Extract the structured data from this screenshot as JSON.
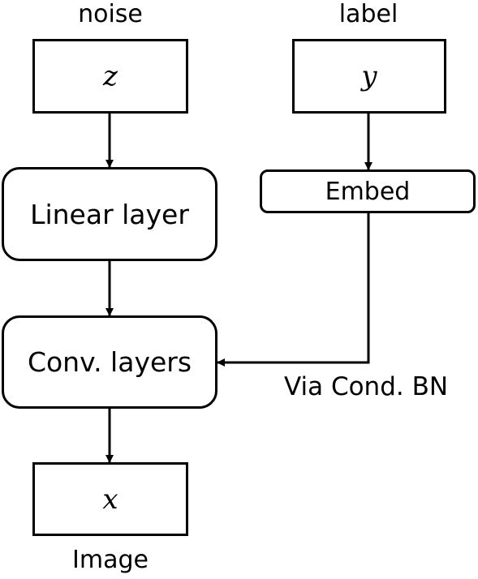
{
  "noise_input": {
    "caption": "noise",
    "symbol": "z"
  },
  "label_input": {
    "caption": "label",
    "symbol": "y"
  },
  "embed_block": {
    "label": "Embed"
  },
  "linear_block": {
    "label": "Linear layer"
  },
  "conv_block": {
    "label": "Conv. layers"
  },
  "output": {
    "symbol": "x",
    "caption": "Image"
  },
  "conditioning_edge": {
    "label": "Via Cond. BN"
  },
  "colors": {
    "stroke": "#000000",
    "background": "#ffffff"
  }
}
